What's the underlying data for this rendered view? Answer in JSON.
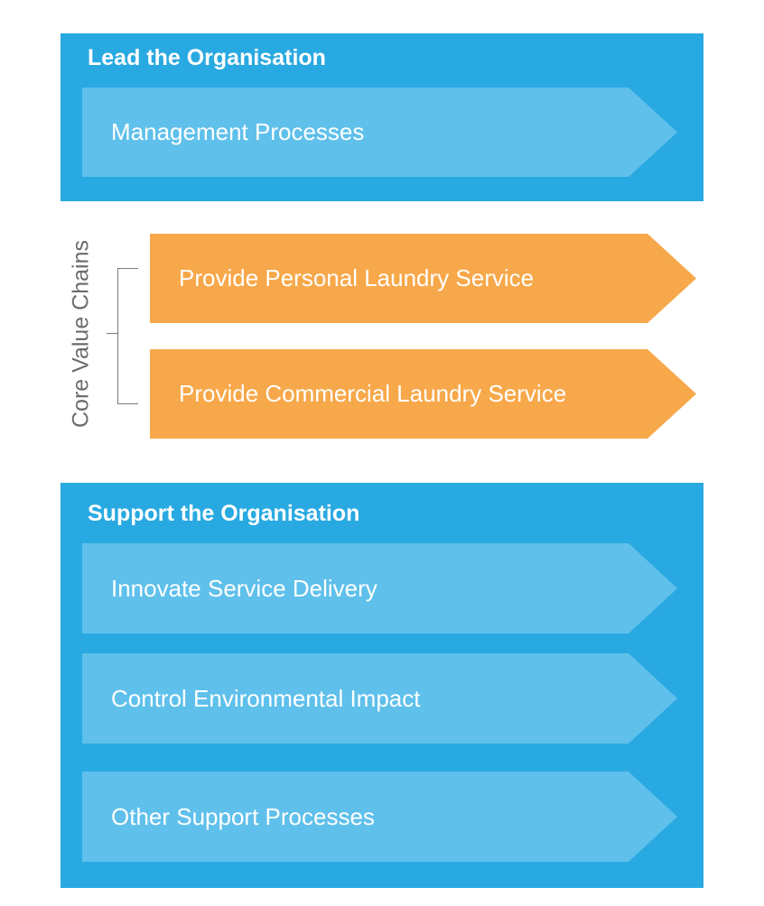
{
  "lead": {
    "title": "Lead the Organisation",
    "items": [
      "Management Processes"
    ]
  },
  "core": {
    "label": "Core Value Chains",
    "items": [
      "Provide Personal Laundry Service",
      "Provide Commercial Laundry Service"
    ]
  },
  "support": {
    "title": "Support the Organisation",
    "items": [
      "Innovate Service Delivery",
      "Control Environmental Impact",
      "Other Support Processes"
    ]
  },
  "colors": {
    "panel": "#29a9e1",
    "blue_arrow": "#5fc0eb",
    "orange_arrow": "#f7a84a",
    "label_gray": "#6b6b6b"
  }
}
